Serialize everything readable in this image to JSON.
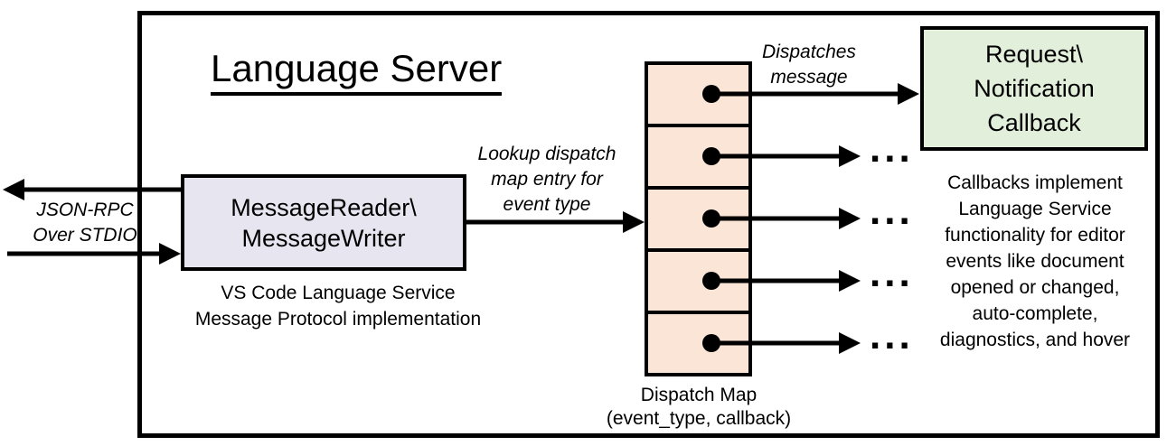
{
  "title": "Language Server",
  "colors": {
    "reader_fill": "#e7e5f0",
    "map_fill": "#fbe5d6",
    "callback_fill": "#e2efda",
    "line_color": "#000000"
  },
  "io_label": {
    "line1": "JSON-RPC",
    "line2": "Over STDIO"
  },
  "message_reader": {
    "line1": "MessageReader\\",
    "line2": "MessageWriter",
    "caption1": "VS Code Language Service",
    "caption2": "Message Protocol implementation"
  },
  "lookup_label": {
    "line1": "Lookup dispatch",
    "line2": "map entry for",
    "line3": "event type"
  },
  "dispatch_map": {
    "row_count": 5,
    "caption1": "Dispatch Map",
    "caption2": "(event_type, callback)"
  },
  "dispatches_label": {
    "line1": "Dispatches",
    "line2": "message"
  },
  "callback_box": {
    "line1": "Request\\",
    "line2": "Notification",
    "line3": "Callback"
  },
  "callbacks_note": {
    "line1": "Callbacks implement",
    "line2": "Language Service",
    "line3": "functionality for editor",
    "line4": "events like document",
    "line5": "opened or changed,",
    "line6": "auto-complete,",
    "line7": "diagnostics, and hover"
  },
  "ellipsis": "..."
}
